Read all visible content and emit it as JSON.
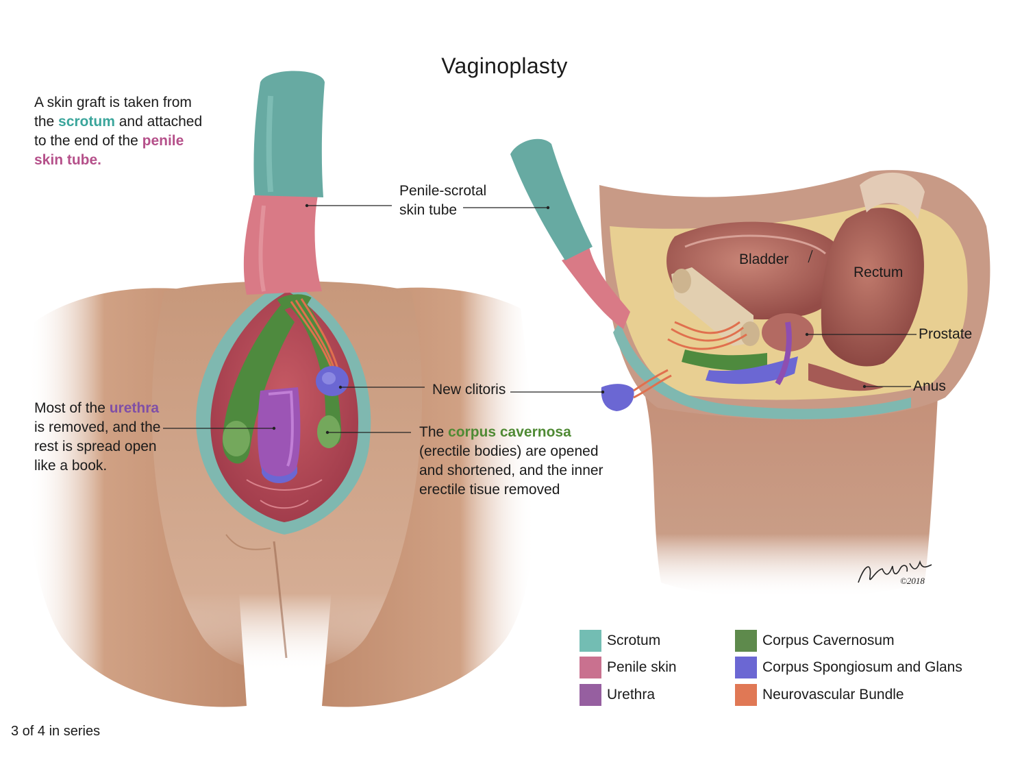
{
  "title": "Vaginoplasty",
  "series_note": "3 of 4 in series",
  "signature": "Hillary Wilson ©2018",
  "captions": {
    "graft": {
      "line1": "A skin graft is taken from",
      "line2_a": "the ",
      "line2_hl": "scrotum",
      "line2_b": " and attached",
      "line3_a": "to the end of the ",
      "line3_hl": "penile",
      "line4_hl": "skin tube."
    },
    "urethra": {
      "line1_a": "Most of the ",
      "line1_hl": "urethra",
      "line2": "is removed, and the",
      "line3": "rest is spread open",
      "line4": "like a book."
    },
    "cavernosa": {
      "line1_a": "The ",
      "line1_hl": "corpus cavernosa",
      "line2": "(erectile bodies) are opened",
      "line3": "and shortened, and the inner",
      "line4": "erectile tisue removed"
    }
  },
  "labels": {
    "skin_tube_1": "Penile-scrotal",
    "skin_tube_2": "skin tube",
    "new_clitoris": "New clitoris",
    "bladder": "Bladder",
    "rectum": "Rectum",
    "prostate": "Prostate",
    "anus": "Anus"
  },
  "legend": [
    {
      "label": "Scrotum",
      "color": "#73bdb3"
    },
    {
      "label": "Penile skin",
      "color": "#c9718f"
    },
    {
      "label": "Urethra",
      "color": "#965fa0"
    },
    {
      "label": "Corpus Cavernosum",
      "color": "#5e8a4c"
    },
    {
      "label": "Corpus Spongiosum and Glans",
      "color": "#6b67d3"
    },
    {
      "label": "Neurovascular Bundle",
      "color": "#e07855"
    }
  ],
  "colors": {
    "scrotum_text": "#3aa59b",
    "penile_text": "#b5508a",
    "urethra_text": "#7f4fa6",
    "cavernosa_text": "#4f8a34",
    "skin": "#c99a7d",
    "skin_dark": "#a87a5f"
  }
}
